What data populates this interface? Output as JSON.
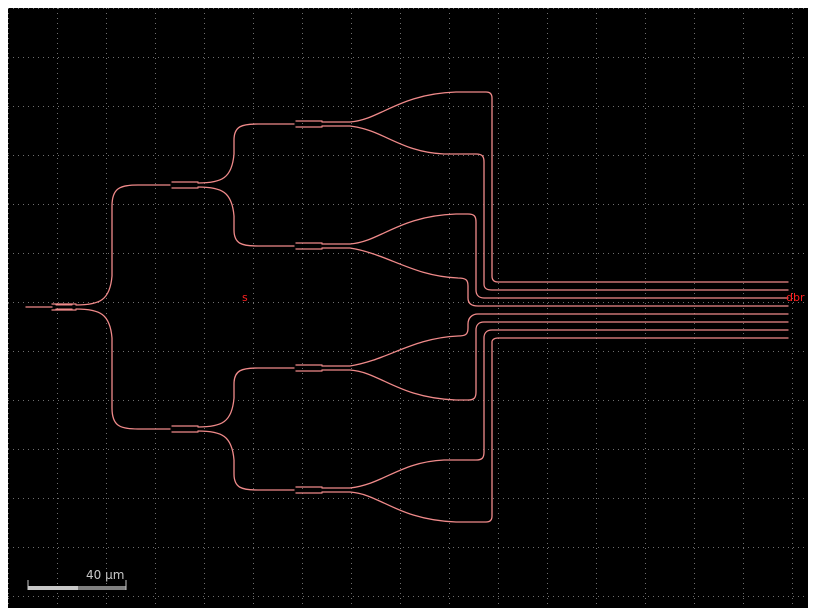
{
  "layout": {
    "labels": {
      "left_port": "s",
      "right_port": "dbr"
    }
  },
  "scale_bar": {
    "text": "40 µm"
  },
  "colors": {
    "background": "#000000",
    "grid": "#6f6f6f",
    "waveguide": "#f08a8a",
    "label": "#ff2020",
    "scale_bar_light": "#c8c8c8",
    "scale_bar_dark": "#808080"
  }
}
